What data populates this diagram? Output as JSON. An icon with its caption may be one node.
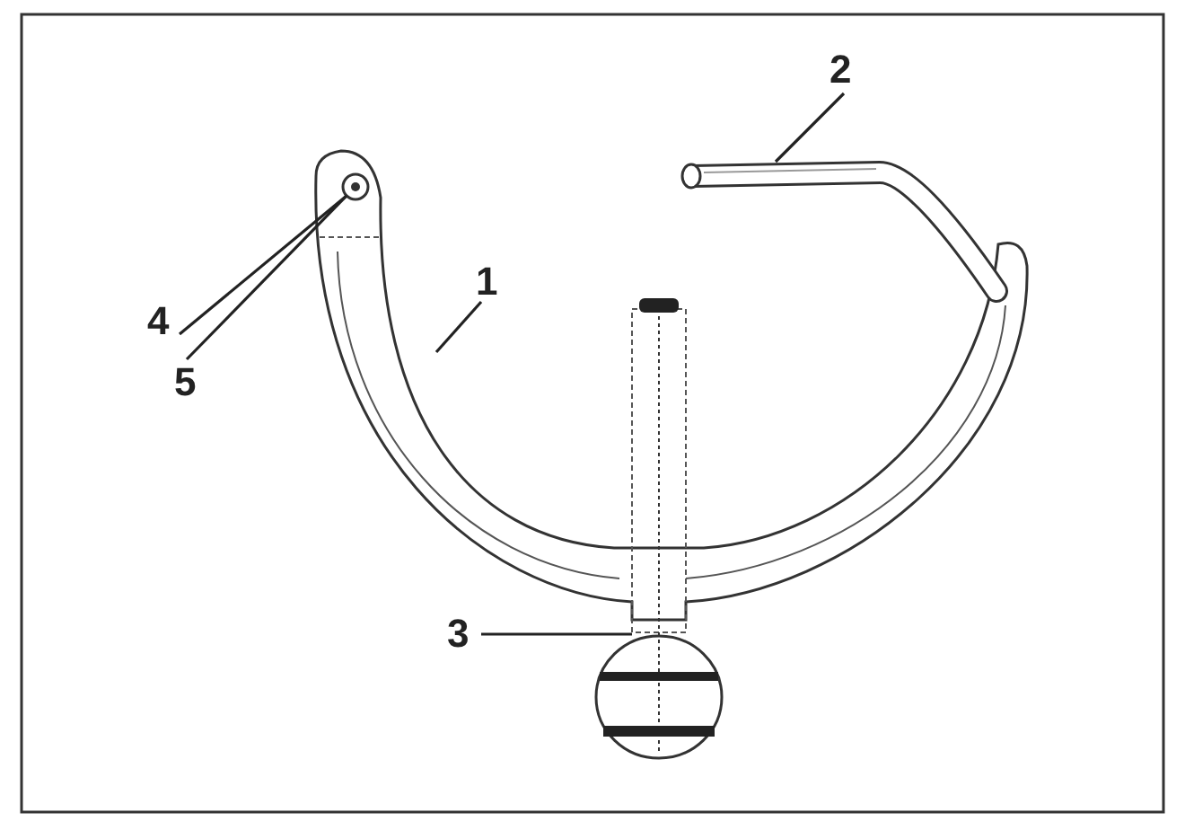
{
  "diagram": {
    "nodes": [
      {
        "text": [
          "2"
        ]
      },
      {
        "text": [],
        "shape": "picture"
      },
      {
        "text": [
          "1"
        ]
      },
      {
        "text": [],
        "shape": "picture"
      },
      {
        "text": [
          "4"
        ]
      },
      {
        "text": [
          "5"
        ]
      },
      {
        "text": [],
        "shape": "picture",
        "in": 3
      },
      {
        "text": [
          "3"
        ]
      },
      {
        "text": [],
        "shape": "picture"
      }
    ],
    "edges": [
      {
        "from": 0,
        "to": 1,
        "arrow": "none"
      },
      {
        "from": 2,
        "to": 3,
        "arrow": "none"
      },
      {
        "from": 4,
        "to": 6,
        "arrow": "none"
      },
      {
        "from": 5,
        "to": 6,
        "arrow": "none"
      },
      {
        "from": 7,
        "to": 8,
        "arrow": "none"
      }
    ]
  }
}
